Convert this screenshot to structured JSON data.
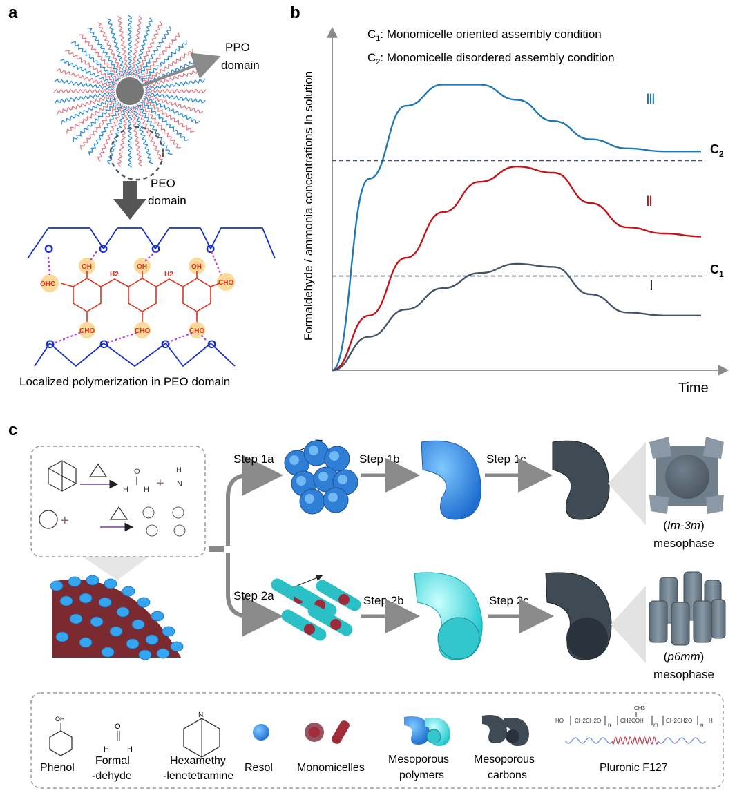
{
  "panel_a": {
    "label": "a",
    "ppo_label_line1": "PPO",
    "ppo_label_line2": "domain",
    "peo_label_line1": "PEO",
    "peo_label_line2": "domain",
    "oxygen_symbol": "O",
    "oh_label": "OH",
    "cho_label": "CHO",
    "ohc_label": "OHC",
    "h2_label": "H2",
    "caption": "Localized polymerization in  PEO domain"
  },
  "panel_b": {
    "label": "b",
    "legend_c1_prefix": "C",
    "legend_c1_sub": "1",
    "legend_c1_text": ": Monomicelle oriented assembly condition",
    "legend_c2_prefix": "C",
    "legend_c2_sub": "2",
    "legend_c2_text": ": Monomicelle disordered assembly condition",
    "c1_label": "C",
    "c1_sub": "1",
    "c2_label": "C",
    "c2_sub": "2",
    "ylabel": "Formaldehyde / ammonia concentrations In solution",
    "xlabel": "Time",
    "colors": {
      "III": "#1f77b4",
      "II": "#c0161a",
      "I": "#445468",
      "threshold": "#445468"
    }
  },
  "chart_data": {
    "type": "line",
    "xlabel": "Time",
    "ylabel": "Formaldehyde / ammonia concentrations In solution",
    "xlim": [
      0,
      100
    ],
    "ylim": [
      0,
      100
    ],
    "grid": false,
    "series": [
      {
        "name": "Ⅲ",
        "color": "#1f77b4",
        "x": [
          0,
          10,
          20,
          30,
          40,
          50,
          60,
          70,
          80,
          90,
          100
        ],
        "y": [
          0,
          63,
          87,
          94,
          94,
          89,
          82,
          76,
          73,
          72,
          72
        ]
      },
      {
        "name": "Ⅱ",
        "color": "#c0161a",
        "x": [
          0,
          10,
          20,
          30,
          40,
          50,
          60,
          70,
          80,
          90,
          100
        ],
        "y": [
          0,
          18,
          37,
          52,
          62,
          67,
          65,
          55,
          47,
          45,
          44
        ]
      },
      {
        "name": "Ⅰ",
        "color": "#445468",
        "x": [
          0,
          10,
          20,
          30,
          40,
          50,
          60,
          70,
          80,
          90,
          100
        ],
        "y": [
          0,
          11,
          20,
          27,
          32,
          35,
          34,
          25,
          19,
          18,
          18
        ]
      }
    ],
    "thresholds": [
      {
        "name": "C2",
        "y": 69
      },
      {
        "name": "C1",
        "y": 31
      }
    ]
  },
  "panel_c": {
    "label": "c",
    "step_1a": "Step 1a",
    "step_1b": "Step 1b",
    "step_1c": "Step 1c",
    "step_2a": "Step 2a",
    "step_2b": "Step 2b",
    "step_2c": "Step 2c",
    "phase_1_symbol": "Im-3m",
    "phase_1_word": "mesophase",
    "phase_2_symbol": "p6mm",
    "phase_2_word": "mesophase",
    "reaction_h": "H",
    "reaction_o": "O",
    "reaction_n": "N",
    "reaction_plus": "+",
    "reaction_nh3_h": "H",
    "legend": {
      "phenol": "Phenol",
      "formal_line1": "Formal",
      "formal_line2": "-dehyde",
      "hexa_line1": "Hexamethy",
      "hexa_line2": "-lenetetramine",
      "resol": "Resol",
      "monomicelles": "Monomicelles",
      "mp_line1": "Mesoporous",
      "mp_line2": "polymers",
      "mc_line1": "Mesoporous",
      "mc_line2": "carbons",
      "pluronic": "Pluronic F127",
      "f127_formula_left": "HO",
      "f127_seg1": "CH2CH2O",
      "f127_seg2": "CH2COH",
      "f127_seg3": "CH2CH2O",
      "f127_ch3": "CH3",
      "f127_n": "n",
      "f127_m": "m",
      "f127_h": "H"
    }
  }
}
